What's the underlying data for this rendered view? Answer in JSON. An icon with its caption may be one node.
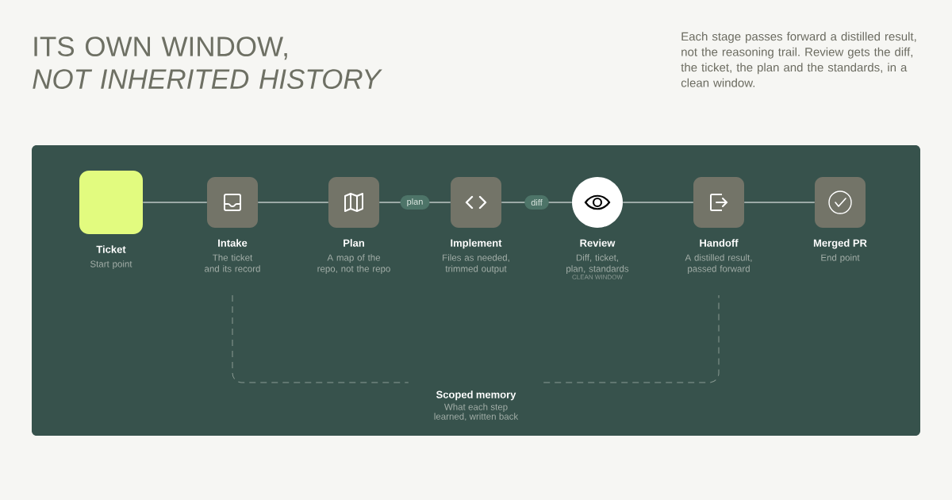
{
  "diagram": {
    "title": "ITS OWN WINDOW, *NOT INHERITED HISTORY*",
    "nodes": [
      {
        "text": [
          "Ticket",
          "Start point"
        ]
      },
      {
        "text": [
          "Intake",
          "The ticket and its record"
        ]
      },
      {
        "text": [
          "Plan",
          "A map of the repo, not the repo"
        ]
      },
      {
        "text": [
          "Implement",
          "Files as needed, trimmed output"
        ]
      },
      {
        "text": [
          "Review",
          "Diff, ticket, plan, standards"
        ]
      },
      {
        "text": [
          "Handoff",
          "A distilled result, passed forward"
        ]
      },
      {
        "text": [
          "Merged PR",
          "End point"
        ]
      },
      {
        "text": [
          "Scoped memory",
          "What each step learned, written back"
        ]
      }
    ],
    "edges": [
      {
        "from": 0,
        "to": 1,
        "arrow": "none"
      },
      {
        "from": 1,
        "to": 2,
        "arrow": "none"
      },
      {
        "from": 2,
        "to": 3,
        "arrow": "none",
        "label": "plan"
      },
      {
        "from": 3,
        "to": 4,
        "arrow": "none",
        "label": "diff"
      },
      {
        "from": 4,
        "to": 5,
        "arrow": "none"
      },
      {
        "from": 5,
        "to": 6,
        "arrow": "none"
      },
      {
        "from": 1,
        "to": 7,
        "arrow": "none",
        "style": "dashed",
        "color": "#8a9a93"
      },
      {
        "from": 7,
        "to": 5,
        "arrow": "none",
        "style": "dashed",
        "color": "#8a9a93"
      }
    ],
    "labels": [
      "Each stage passes forward a distilled result, not the reasoning trail. Review gets the diff, the ticket, the plan and the standards, in a clean window.",
      "CLEAN WINDOW"
    ]
  }
}
